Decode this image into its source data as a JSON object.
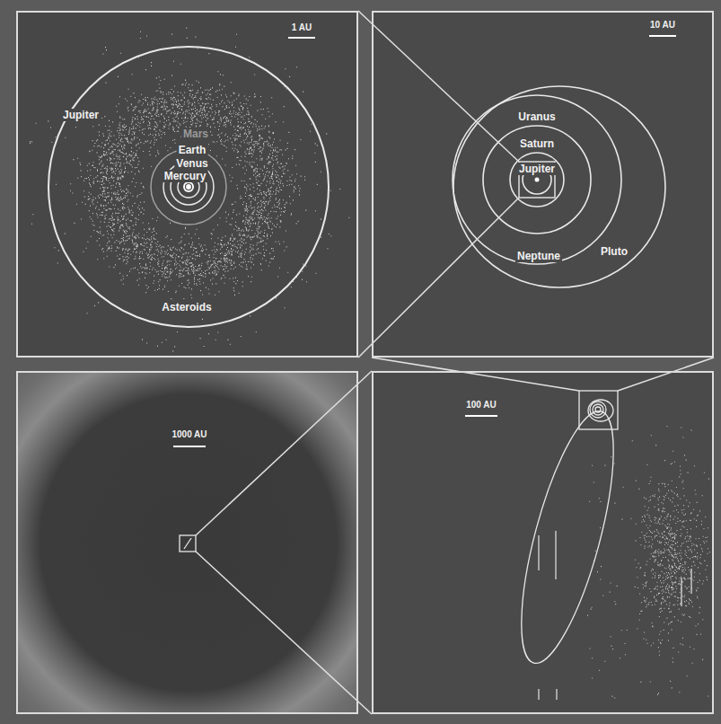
{
  "diagram": {
    "nodes": [
      {
        "text": [
          "1 AU",
          "Jupiter",
          "Mars",
          "Earth",
          "Venus",
          "Mercury",
          "Asteroids"
        ]
      },
      {
        "text": [
          "10 AU",
          "Uranus",
          "Saturn",
          "Jupiter",
          "Neptune",
          "Pluto"
        ]
      },
      {
        "text": [
          "1000 AU"
        ]
      },
      {
        "text": [
          "100 AU"
        ]
      }
    ],
    "edges": [
      {
        "from": 1,
        "to": 0,
        "arrow": "none"
      },
      {
        "from": 1,
        "to": 0,
        "arrow": "none"
      },
      {
        "from": 3,
        "to": 1,
        "arrow": "none"
      },
      {
        "from": 3,
        "to": 1,
        "arrow": "none"
      },
      {
        "from": 2,
        "to": 3,
        "arrow": "none"
      },
      {
        "from": 2,
        "to": 3,
        "arrow": "none"
      }
    ]
  }
}
